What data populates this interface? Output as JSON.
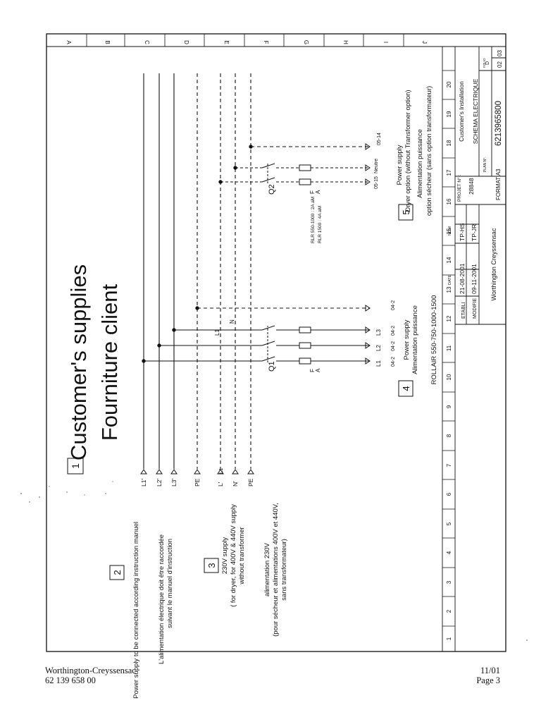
{
  "sheet": {
    "row_letters": [
      "A",
      "B",
      "C",
      "D",
      "E",
      "F",
      "G",
      "H",
      "I",
      "J"
    ],
    "column_numbers": [
      "1",
      "2",
      "3",
      "4",
      "5",
      "6",
      "7",
      "8",
      "9",
      "10",
      "11",
      "12",
      "13",
      "14",
      "15",
      "16",
      "17",
      "18",
      "19",
      "20"
    ]
  },
  "title": {
    "line1": "Customer's supplies",
    "line2": "Fourniture client"
  },
  "notes": {
    "n1": "1",
    "n2": "2",
    "n2_text_en": "Power supply to be connected according instruction manuel",
    "n2_text_fr1": "L'alimentation électrique doit être raccordée",
    "n2_text_fr2": "suivant le manuel d'instruction",
    "n3": "3",
    "n3_en1": "230V supply",
    "n3_en2": "( for dryer, for 400V & 440V supply",
    "n3_en3": "without transformer",
    "n3_fr1": "alimentation 230V",
    "n3_fr2": "(pour sécheur et alimentations 400V et 440V,",
    "n3_fr3": "sans transformateur)",
    "n4": "4",
    "n4_line1": "Power supply",
    "n4_line2": "Alimentation puissance",
    "n4_line3": "ROLLAIR 550-750-1000-1500",
    "n5": "5",
    "n5_line1": "Power supply",
    "n5_line2": "Dryer option (without Transformer option)",
    "n5_line3": "Alimentation puissance",
    "n5_line4": "option sécheur (sans option transformateur)"
  },
  "terminals": {
    "l1": "L1'",
    "l2": "L2'",
    "l3": "L3'",
    "pe1": "PE",
    "l1b": "L'",
    "l1b_tag": "L1",
    "n": "N'",
    "pe2": "PE"
  },
  "components": {
    "q1": "Q1",
    "q2": "Q2",
    "fa": "F\nA",
    "l1_label": "L1",
    "n_label": "N",
    "out1": "L1",
    "out2": "L2",
    "out3": "L3",
    "ref_04_2a": "04-2",
    "ref_04_2b": "04-2",
    "ref_04_2c": "04-2",
    "ref_04_2d": "04-2",
    "neutre": "Neutre",
    "ref_05_15": "05-15",
    "ref_05_14": "05-14",
    "fuse_note1": "RLR 550-1000 : 2A aM",
    "fuse_note2": "RLR 1500 : 4A aM"
  },
  "title_block": {
    "etabli": "ETABLI",
    "modifie": "MODIFIE",
    "date_hdr": "DATE",
    "nom_hdr": "NOM",
    "date1": "21-08-2001",
    "date2": "09-11-2001",
    "nom1": "TP-HS",
    "nom2": "TP-JR",
    "projet_hdr": "PROJET N° :",
    "projet": "28848",
    "company": "Worthington Creyssensac",
    "format": "FORMAT A3",
    "plan_hdr": "PLAN N°:",
    "plan": "6213965800",
    "desc1": "Customer's Installation",
    "desc2": "SCHEMA ELECTRIQUE",
    "folio_hdr": "FOLIO",
    "folio_d": "D",
    "folio1": "02",
    "folio2": "03"
  },
  "footer": {
    "company": "Worthington-Creyssensac",
    "doc_number": "62 139 658 00",
    "date": "11/01",
    "page": "Page 3"
  }
}
